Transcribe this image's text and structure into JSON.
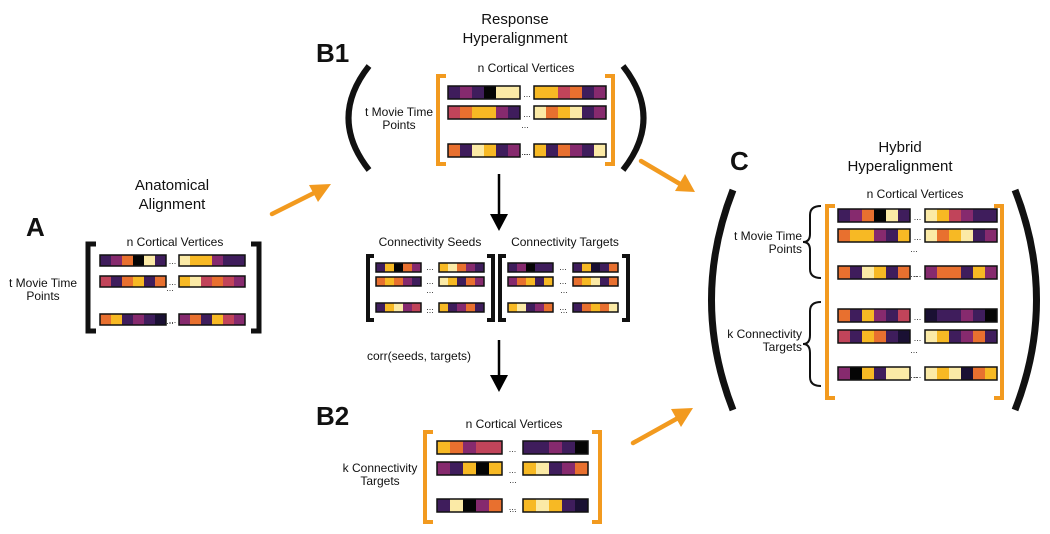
{
  "palette": {
    "B": "#1a1033",
    "P": "#3f1d5c",
    "M": "#862a6e",
    "R": "#c1445a",
    "O": "#e8702f",
    "Y": "#f7b924",
    "L": "#fbeaa6",
    "K": "#050505",
    "orange": "#f29a1f"
  },
  "panels": {
    "A": {
      "label": "A",
      "title": [
        "Anatomical",
        "Alignment"
      ],
      "col_label": "n Cortical Vertices",
      "row_label": [
        "t Movie Time",
        "Points"
      ]
    },
    "B1": {
      "label": "B1",
      "title": [
        "Response",
        "Hyperalignment"
      ],
      "col_label": "n Cortical Vertices",
      "row_label": [
        "t Movie Time",
        "Points"
      ]
    },
    "connectivity": {
      "seeds_label": "Connectivity Seeds",
      "targets_label": "Connectivity Targets",
      "corr_label": "corr(seeds, targets)"
    },
    "B2": {
      "label": "B2",
      "col_label": "n Cortical Vertices",
      "row_label": [
        "k Connectivity",
        "Targets"
      ]
    },
    "C": {
      "label": "C",
      "title": [
        "Hybrid",
        "Hyperalignment"
      ],
      "col_label": "n Cortical Vertices",
      "row_label_top": [
        "t Movie Time",
        "Points"
      ],
      "row_label_bottom": [
        "k Connectivity",
        "Targets"
      ]
    }
  },
  "ellipsis": "...",
  "matrices": {
    "A": [
      [
        "PMOKLP",
        "LYYMPP"
      ],
      [
        "RPOYPO",
        "YLRORM"
      ],
      [
        "OYPMPB",
        "MOPYRM"
      ]
    ],
    "B1": [
      [
        "PMPKLL",
        "YYROPM"
      ],
      [
        "ROYYMP",
        "LOYLPM"
      ],
      [
        "OPLYPM",
        "YPOMPL"
      ]
    ],
    "seeds": [
      [
        "PYKOM",
        "YLOMP"
      ],
      [
        "OYOMP",
        "LYPOM"
      ],
      [
        "PYLMR",
        "YPMOP"
      ]
    ],
    "targets": [
      [
        "PMKPP",
        "PYBPO"
      ],
      [
        "MOYPY",
        "OYLPO"
      ],
      [
        "YLPMO",
        "POYOL"
      ]
    ],
    "B2": [
      [
        "YOMRR",
        "PPMPK"
      ],
      [
        "MPYKY",
        "YLPMO"
      ],
      [
        "PLKMO",
        "YLYPB"
      ]
    ],
    "C_top": [
      [
        "PMOKLP",
        "LYRMPP"
      ],
      [
        "OYYMPY",
        "LOYLPM"
      ],
      [
        "OPLYPO",
        "MOOPYM"
      ]
    ],
    "C_bottom": [
      [
        "OPYMPR",
        "BPPMPK"
      ],
      [
        "RPYOPB",
        "LYPMOP"
      ],
      [
        "MKYPLL",
        "LYLBOY"
      ]
    ]
  }
}
